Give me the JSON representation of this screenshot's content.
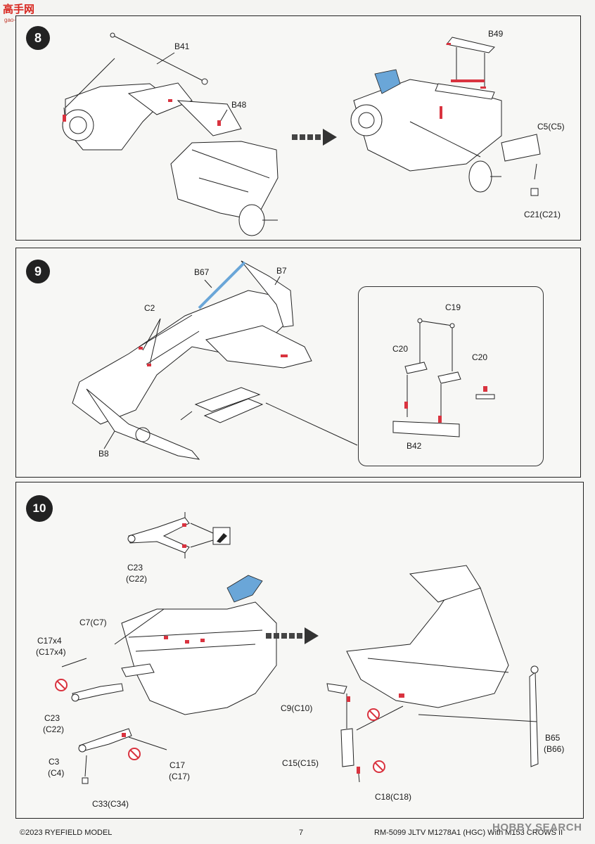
{
  "watermark": {
    "logo": "高手网",
    "url": "gao-shou.com"
  },
  "steps": [
    {
      "number": "8",
      "labels": {
        "b41": "B41",
        "b48": "B48",
        "b49": "B49",
        "c5": "C5(C5)",
        "c21": "C21(C21)"
      }
    },
    {
      "number": "9",
      "labels": {
        "b67": "B67",
        "b7": "B7",
        "c2": "C2",
        "b8": "B8",
        "c19": "C19",
        "c20a": "C20",
        "c20b": "C20",
        "b42": "B42"
      }
    },
    {
      "number": "10",
      "labels": {
        "c23_top_a": "C23",
        "c23_top_b": "(C22)",
        "c7": "C7(C7)",
        "c17x4_a": "C17x4",
        "c17x4_b": "(C17x4)",
        "c23_a": "C23",
        "c23_b": "(C22)",
        "c3_a": "C3",
        "c3_b": "(C4)",
        "c17_a": "C17",
        "c17_b": "(C17)",
        "c33": "C33(C34)",
        "c9": "C9(C10)",
        "c15": "C15(C15)",
        "c18": "C18(C18)",
        "b65_a": "B65",
        "b65_b": "(B66)"
      }
    }
  ],
  "footer": {
    "copyright": "©2023 RYEFIELD MODEL",
    "page": "7",
    "product": "RM-5099 JLTV M1278A1 (HGC) With M153 CROWS II",
    "source_mark": "HOBBY SEARCH"
  },
  "colors": {
    "part_red": "#d9333f",
    "part_blue": "#6aa6d8",
    "line": "#222222"
  },
  "icons": [
    "arrow-right-icon",
    "paint-brush-icon",
    "no-glue-icon"
  ]
}
